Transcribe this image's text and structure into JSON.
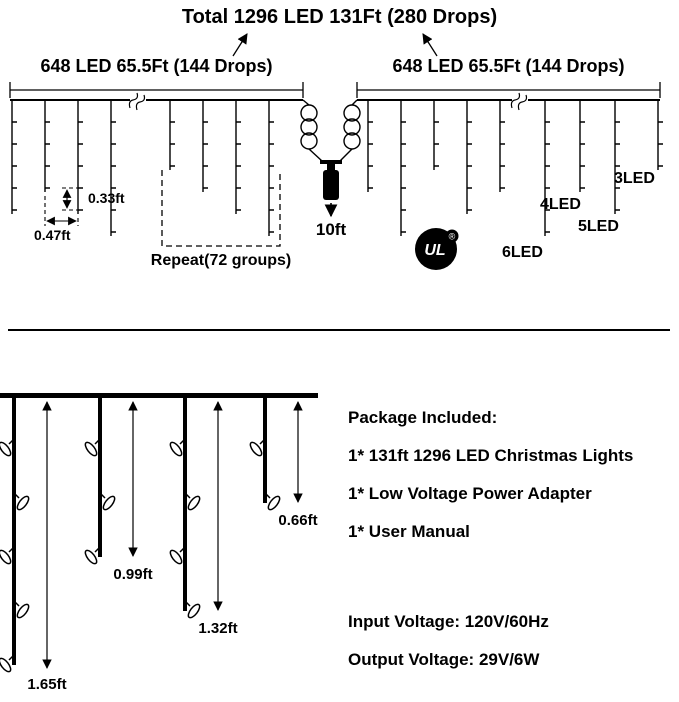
{
  "title": "Total 1296 LED 131Ft (280 Drops)",
  "top_diagram": {
    "left_span_label": "648 LED 65.5Ft (144 Drops)",
    "right_span_label": "648 LED 65.5Ft (144 Drops)",
    "led_spacing_label": "0.33ft",
    "drop_spacing_label": "0.47ft",
    "repeat_label": "Repeat(72 groups)",
    "lead_length_label": "10ft",
    "ul_logo": {
      "text": "UL",
      "registered_mark": "®"
    },
    "drop_type_labels": [
      "3LED",
      "4LED",
      "5LED",
      "6LED"
    ]
  },
  "bottom_diagram": {
    "drop_length_labels": [
      "0.66ft",
      "0.99ft",
      "1.32ft",
      "1.65ft"
    ]
  },
  "package_info": {
    "heading": "Package Included:",
    "items": [
      "1* 131ft 1296 LED Christmas Lights",
      "1* Low Voltage Power Adapter",
      "1* User Manual"
    ],
    "specs": [
      "Input Voltage: 120V/60Hz",
      "Output Voltage: 29V/6W"
    ]
  }
}
